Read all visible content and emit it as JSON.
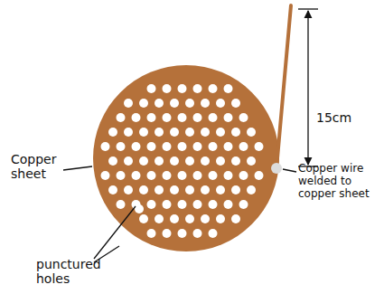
{
  "diagram": {
    "labels": [
      "15cm",
      "Copper sheet",
      "Copper wire welded to copper sheet",
      "punctured holes"
    ]
  }
}
